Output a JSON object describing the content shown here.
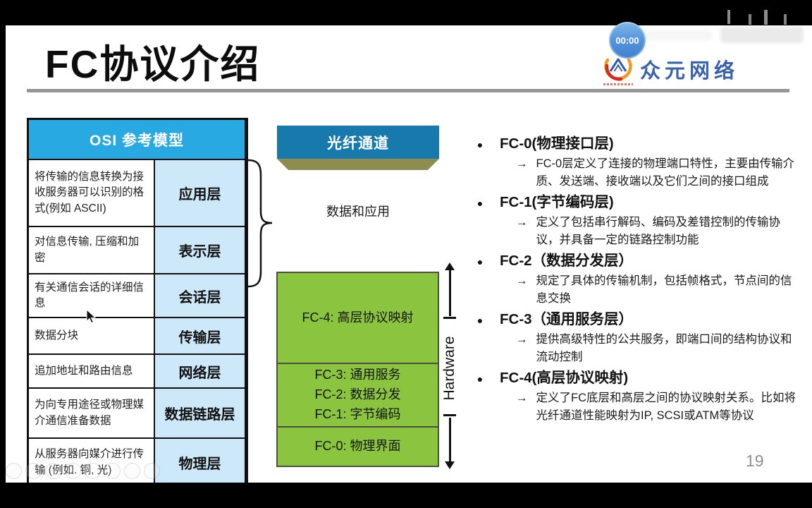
{
  "slide": {
    "title": "FC协议介绍",
    "page_number": "19"
  },
  "branding": {
    "timer": "00:00",
    "logo_name": "众元网络",
    "logo_colors": {
      "text": "#3A63AE",
      "swoosh_orange": "#F29A1F",
      "swoosh_red": "#D6281E",
      "mountain_blue": "#2F5FA5"
    }
  },
  "glyphs": {
    "bullet": "●",
    "arrow": "→"
  },
  "colors": {
    "osi_header_bg": "#29A9E1",
    "osi_layer_bg": "#CDE8F8",
    "fc_header_bg": "#1879AC",
    "fc_header_shadow": "#8F8C4F",
    "green_box": "#8BC53F"
  },
  "osi_table": {
    "header": "OSI 参考模型",
    "rows": [
      {
        "desc": "将传输的信息转换为接收服务器可以识别的格式(例如 ASCII)",
        "layer": "应用层"
      },
      {
        "desc": "对信息传输, 压缩和加密",
        "layer": "表示层"
      },
      {
        "desc": "有关通信会话的详细信息",
        "layer": "会话层"
      },
      {
        "desc": "数据分块",
        "layer": "传输层"
      },
      {
        "desc": "追加地址和路由信息",
        "layer": "网络层"
      },
      {
        "desc": "为向专用途径或物理媒介通信准备数据",
        "layer": "数据链路层"
      },
      {
        "desc": "从服务器向媒介进行传输 (例如. 铜, 光)",
        "layer": "物理层"
      }
    ]
  },
  "fc_stack": {
    "header": "光纤通道",
    "data_label": "数据和应用",
    "hardware_label": "Hardware",
    "boxes": [
      {
        "lines": [
          "FC-4: 高层协议映射"
        ]
      },
      {
        "lines": [
          "FC-3: 通用服务",
          "FC-2: 数据分发",
          "FC-1: 字节编码"
        ]
      },
      {
        "lines": [
          "FC-0: 物理界面"
        ]
      }
    ]
  },
  "bullets": [
    {
      "heading": "FC-0(物理接口层)",
      "detail": "FC-0层定义了连接的物理端口特性，主要由传输介质、发送端、接收端以及它们之间的接口组成"
    },
    {
      "heading": "FC-1(字节编码层)",
      "detail": "定义了包括串行解码、编码及差错控制的传输协议，并具备一定的链路控制功能"
    },
    {
      "heading": "FC-2（数据分发层）",
      "detail": "规定了具体的传输机制，包括帧格式，节点间的信息交换"
    },
    {
      "heading": "FC-3（通用服务层）",
      "detail": "提供高级特性的公共服务，即端口间的结构协议和流动控制"
    },
    {
      "heading": "FC-4(高层协议映射)",
      "detail": "定义了FC底层和高层之间的协议映射关系。比如将光纤通道性能映射为IP, SCSI或ATM等协议"
    }
  ]
}
